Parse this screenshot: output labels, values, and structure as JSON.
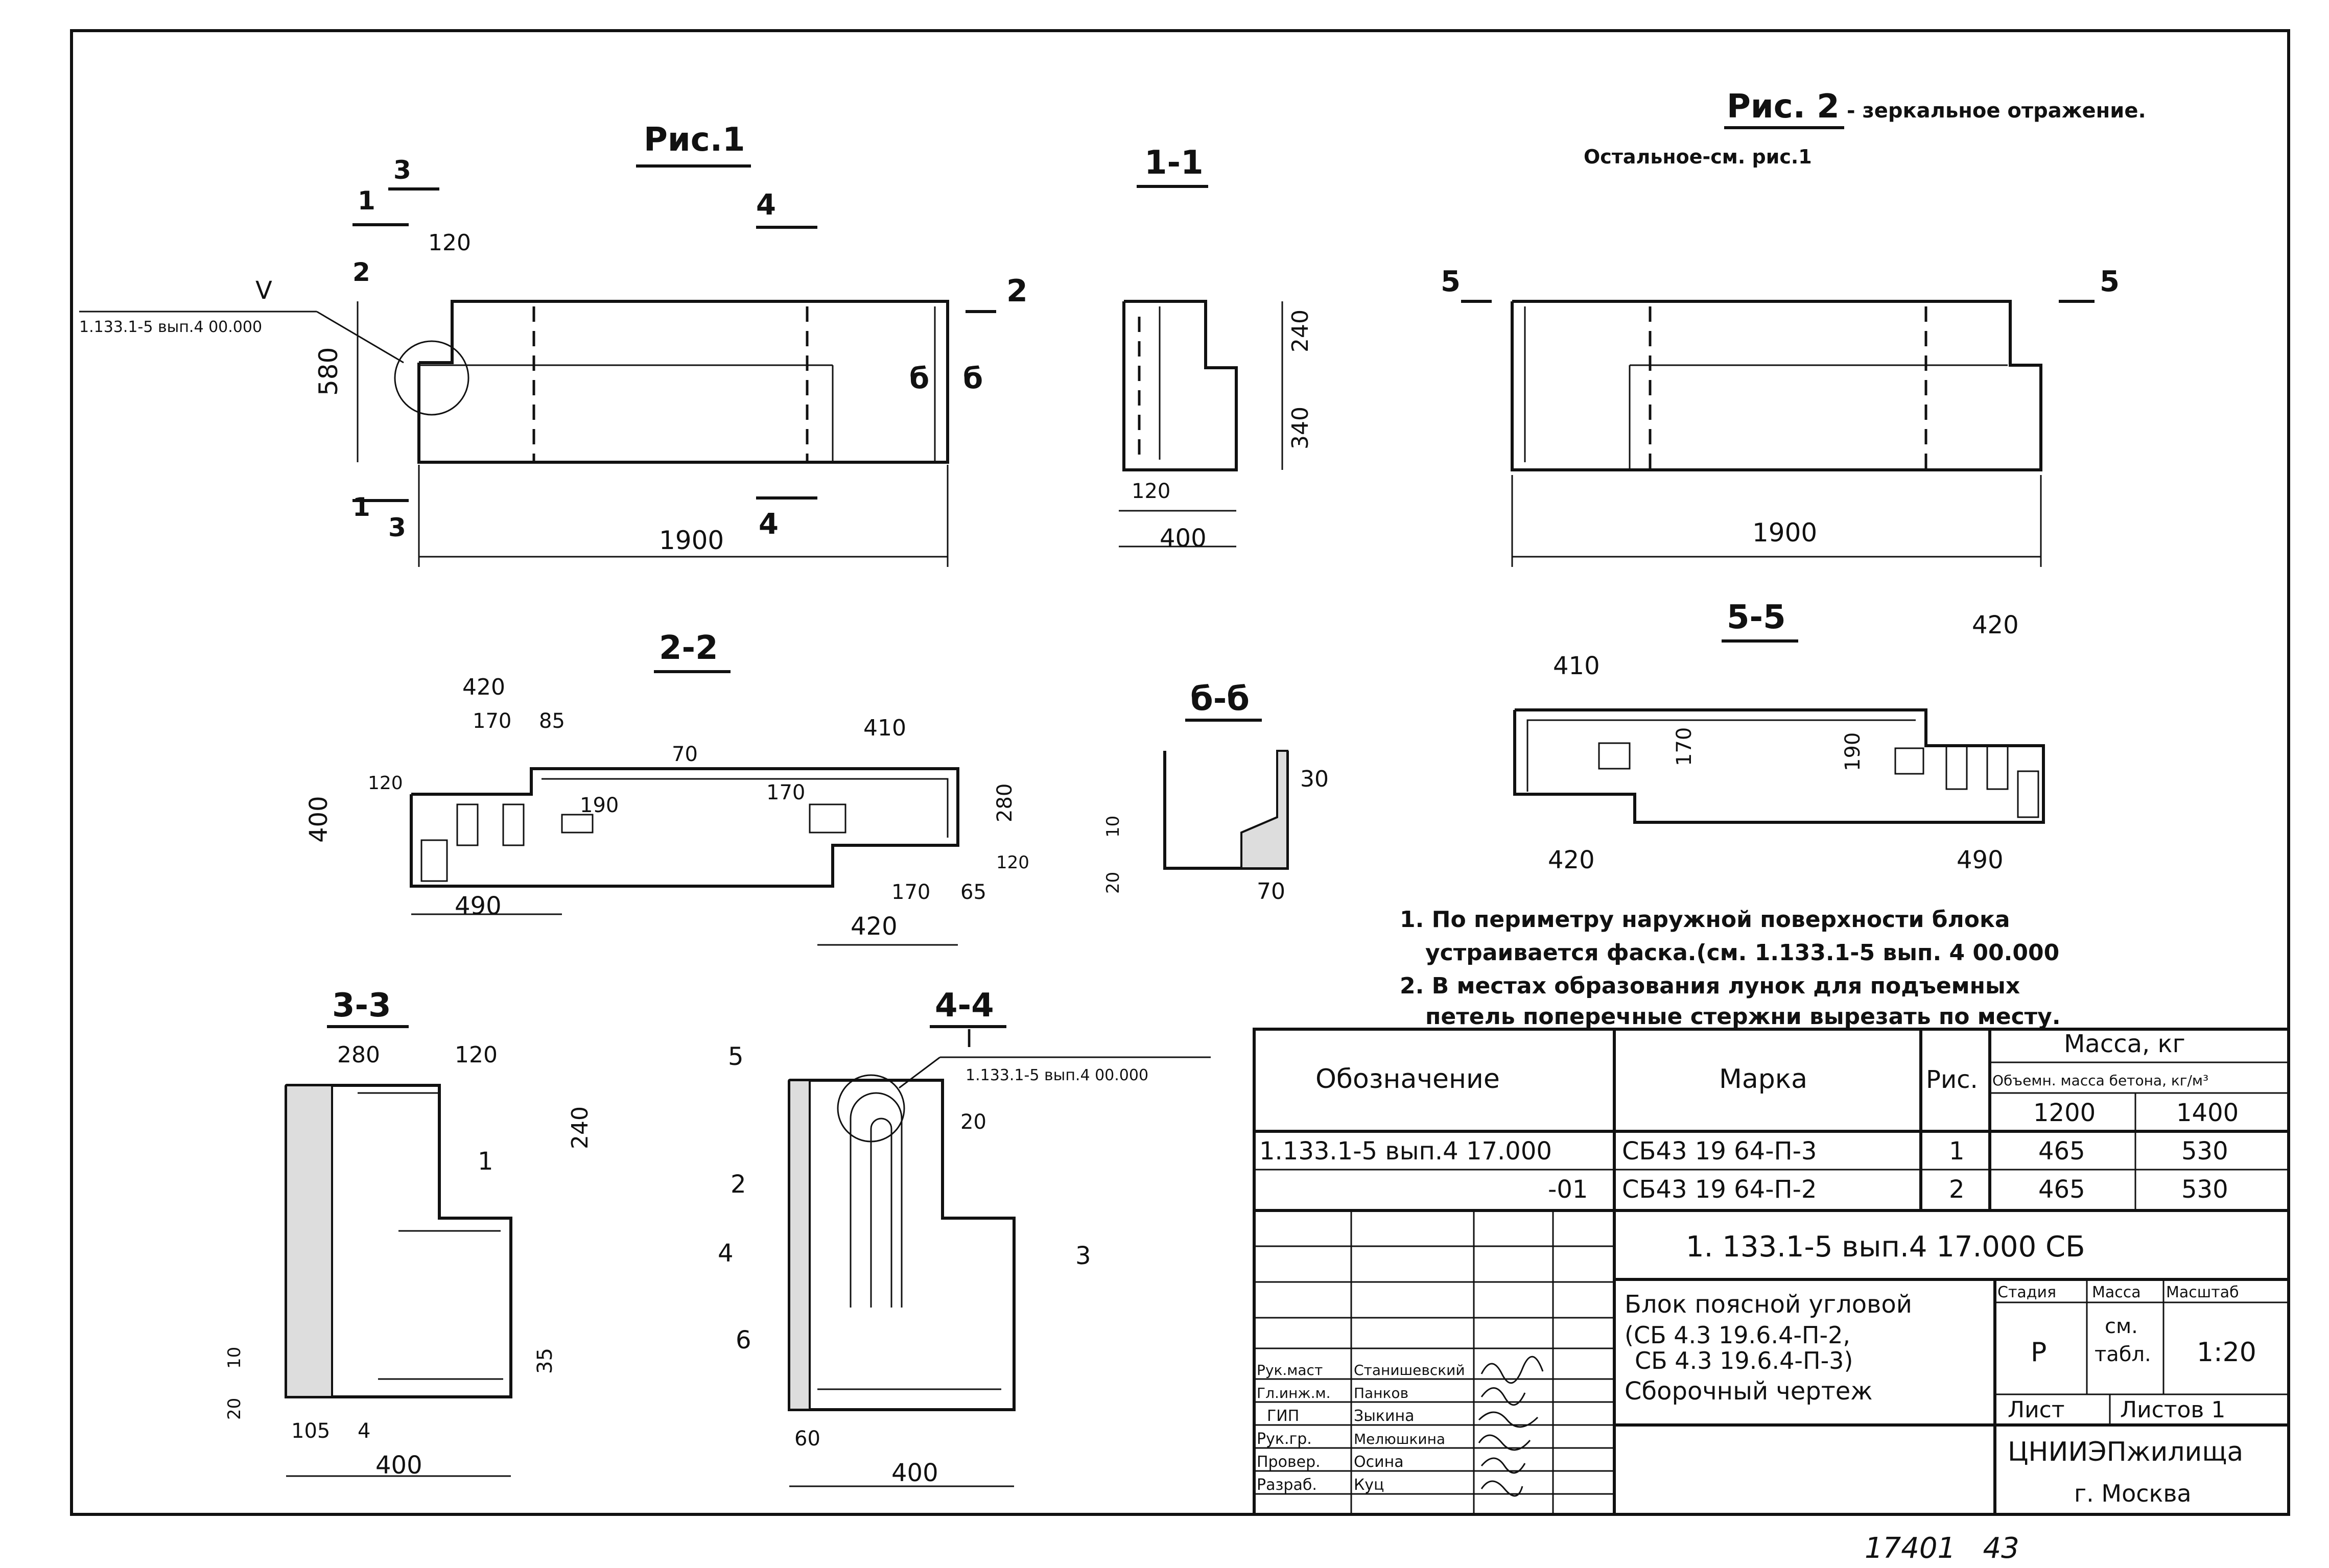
{
  "figures": {
    "fig1": "Рис.1",
    "fig2": "Рис. 2",
    "fig2_note1": "- зеркальное отражение.",
    "fig2_note2": "Остальное-см. рис.1"
  },
  "sections": {
    "s11": "1-1",
    "s22": "2-2",
    "s33": "3-3",
    "s44": "4-4",
    "s55": "5-5",
    "sbb": "б-б"
  },
  "dims": {
    "d1900a": "1900",
    "d1900b": "1900",
    "d580": "580",
    "d120a": "120",
    "d240a": "240",
    "d340": "340",
    "d400a": "400",
    "d120b": "120",
    "d420a": "420",
    "d170a": "170",
    "d85": "85",
    "d70a": "70",
    "d410a": "410",
    "d400b": "400",
    "d120c": "120",
    "d190a": "190",
    "d170b": "170",
    "d280a": "280",
    "d120d": "120",
    "d490a": "490",
    "d170c": "170",
    "d65": "65",
    "d420b": "420",
    "d30": "30",
    "d10a": "10",
    "d20a": "20",
    "d70b": "70",
    "d420c": "420",
    "d410b": "410",
    "d170d": "170",
    "d190b": "190",
    "d420d": "420",
    "d490b": "490",
    "d280b": "280",
    "d120e": "120",
    "d240b": "240",
    "d10b": "10",
    "d20b": "20",
    "d35": "35",
    "d105": "105",
    "d4": "4",
    "d400c": "400",
    "d20c": "20",
    "d60": "60",
    "d400d": "400"
  },
  "cuts": {
    "c1a": "1",
    "c1b": "1",
    "c2a": "2",
    "c2b": "2",
    "c3a": "3",
    "c3b": "3",
    "c4a": "4",
    "c4b": "4",
    "c5a": "5",
    "c5b": "5",
    "cba": "б",
    "cbb": "б"
  },
  "refs": {
    "ref_node1": "1.133.1-5 вып.4 00.000",
    "ref_node1_sym": "V",
    "ref_node2": "1.133.1-5 вып.4 00.000",
    "ref_node2_sym": "I",
    "pos1": "1",
    "pos2": "2",
    "pos3": "3",
    "pos4": "4",
    "pos5": "5",
    "pos6": "6"
  },
  "notes": [
    "1. По периметру наружной поверхности блока",
    "устраивается фаска.(см. 1.133.1-5 вып. 4 00.000",
    "2. В местах образования лунок для подъемных",
    "петель поперечные стержни вырезать по месту."
  ],
  "table": {
    "h_designation": "Обозначение",
    "h_mark": "Марка",
    "h_fig": "Рис.",
    "h_mass": "Масса, кг",
    "h_density": "Объемн. масса бетона, кг/м³",
    "h_d1": "1200",
    "h_d2": "1400",
    "rows": [
      {
        "designation": "1.133.1-5 вып.4 17.000",
        "mark": "СБ43 19 64-П-3",
        "fig": "1",
        "m1": "465",
        "m2": "530"
      },
      {
        "designation": "-01",
        "mark": "СБ43 19 64-П-2",
        "fig": "2",
        "m1": "465",
        "m2": "530"
      }
    ]
  },
  "titleblock": {
    "code": "1. 133.1-5 вып.4 17.000 СБ",
    "name1": "Блок поясной угловой",
    "name2": "(СБ 4.3 19.6.4-П-2,",
    "name3": "СБ 4.3 19.6.4-П-3)",
    "name4": "Сборочный чертеж",
    "h_stage": "Стадия",
    "h_mass": "Масса",
    "h_scale": "Масштаб",
    "stage": "Р",
    "mass1": "см.",
    "mass2": "табл.",
    "scale": "1:20",
    "sheet": "Лист",
    "sheets": "Листов 1",
    "org1": "ЦНИИЭПжилища",
    "org2": "г. Москва",
    "people": [
      {
        "role": "Рук.маст",
        "name": "Станишевский"
      },
      {
        "role": "Гл.инж.м.",
        "name": "Панков"
      },
      {
        "role": "ГИП",
        "name": "Зыкина"
      },
      {
        "role": "Рук.гр.",
        "name": "Мелюшкина"
      },
      {
        "role": "Провер.",
        "name": "Осина"
      },
      {
        "role": "Разраб.",
        "name": "Куц"
      }
    ]
  },
  "footer": "17401   43"
}
